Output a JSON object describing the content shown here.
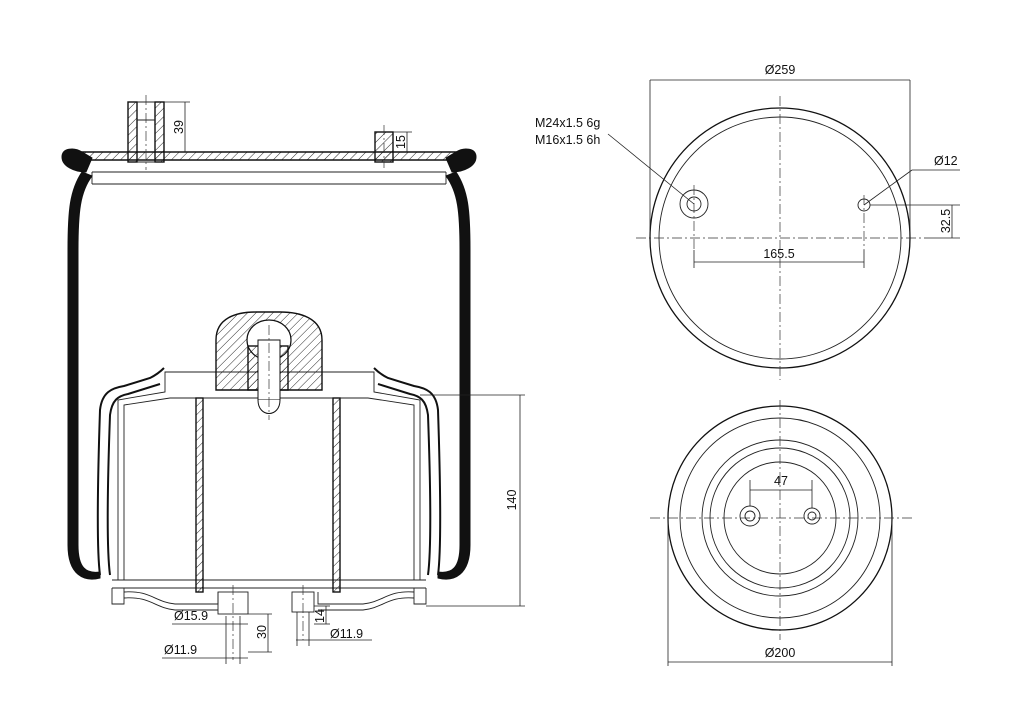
{
  "dimensions": {
    "stud_height": "39",
    "stud_small_height": "15",
    "piston_height": "140",
    "bottom_dia_large": "Ø15.9",
    "bottom_dia_left": "Ø11.9",
    "bottom_stud_length": "30",
    "bottom_stud_short": "14",
    "bottom_dia_right": "Ø11.9",
    "top_plate_dia": "Ø259",
    "thread_m24": "M24x1.5 6g",
    "thread_m16": "M16x1.5 6h",
    "hole_dia": "Ø12",
    "hole_spacing": "165.5",
    "hole_offset": "32.5",
    "base_hole_spacing": "47",
    "base_dia": "Ø200"
  }
}
